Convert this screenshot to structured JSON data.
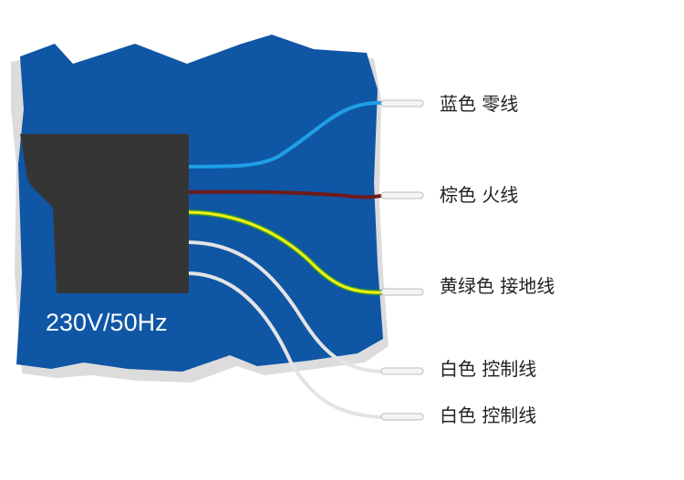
{
  "device": {
    "rating": "230V/50Hz"
  },
  "wires": [
    {
      "label": "蓝色  零线",
      "color": "#1e9fe6"
    },
    {
      "label": "棕色  火线",
      "color": "#6e1a1a"
    },
    {
      "label": "黄绿色  接地线",
      "color": "#f2ef1a",
      "stripe": "#3a9a2a"
    },
    {
      "label": "白色  控制线",
      "color": "#e4e4e4"
    },
    {
      "label": "白色  控制线",
      "color": "#e4e4e4"
    }
  ],
  "colors": {
    "board": "#0f56a5",
    "board_shadow": "#dcdcdc",
    "device_body": "#363536"
  }
}
